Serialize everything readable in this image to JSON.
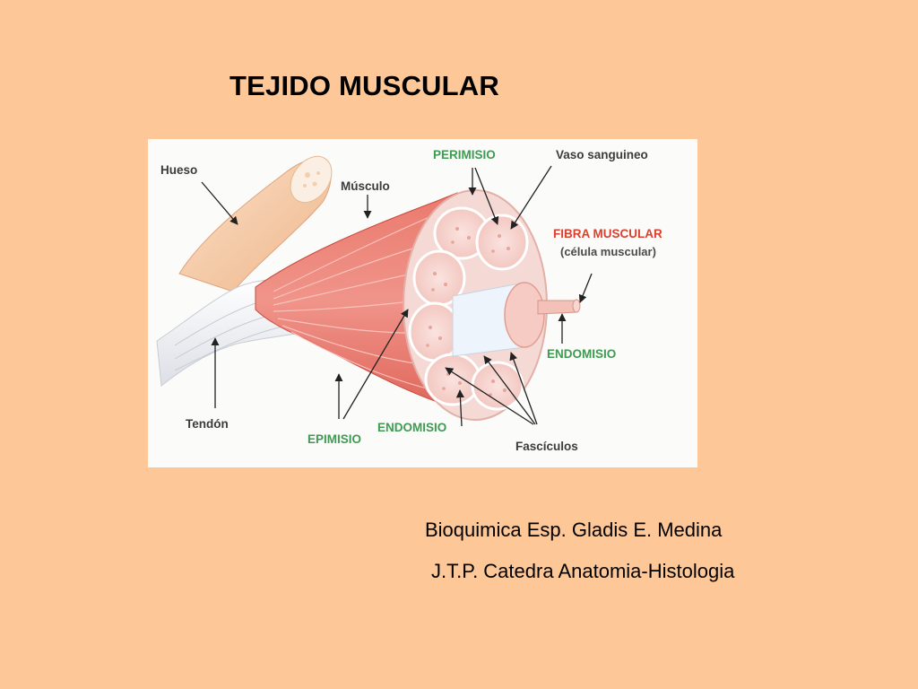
{
  "slide": {
    "title": "TEJIDO MUSCULAR",
    "credit_line1": "Bioquimica Esp. Gladis E. Medina",
    "credit_line2": "J.T.P. Catedra Anatomia-Histologia"
  },
  "diagram": {
    "labels": {
      "hueso": "Hueso",
      "musculo": "Músculo",
      "perimisio": "PERIMISIO",
      "vaso": "Vaso sanguineo",
      "fibra": "FIBRA MUSCULAR",
      "celula": "(célula muscular)",
      "endomisio_right": "ENDOMISIO",
      "tendon": "Tendón",
      "epimisio": "EPIMISIO",
      "endomisio_bottom": "ENDOMISIO",
      "fasciculos": "Fascículos"
    },
    "colors": {
      "muscle": "#e5645a",
      "muscle_light": "#f2a79c",
      "bone": "#f6c9a4",
      "tendon": "#eef0f4",
      "green_label": "#3f9a52",
      "red_label": "#d9402f"
    }
  }
}
